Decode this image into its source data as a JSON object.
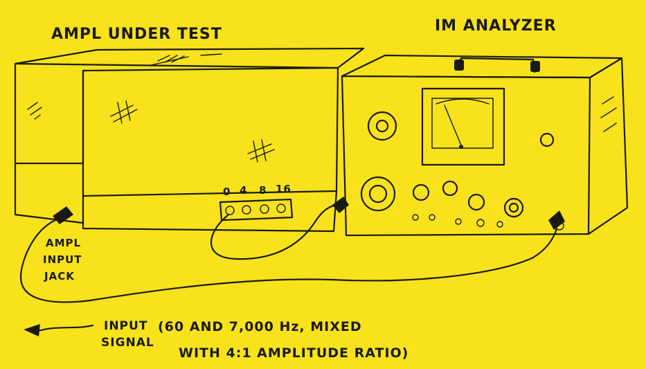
{
  "labels": {
    "ampl_title": "AMPL UNDER TEST",
    "analyzer_title": "IM ANALYZER",
    "tap_labels": [
      "0",
      "4",
      "8",
      "16"
    ],
    "jack_line1": "AMPL",
    "jack_line2": "INPUT",
    "jack_line3": "JACK",
    "signal_line1": "INPUT",
    "signal_line2": "SIGNAL",
    "signal_note_line1": "(60 AND 7,000 Hz, MIXED",
    "signal_note_line2": "WITH 4:1 AMPLITUDE RATIO)"
  },
  "colors": {
    "background": "#f7e21c",
    "ink": "#1a1a14"
  }
}
